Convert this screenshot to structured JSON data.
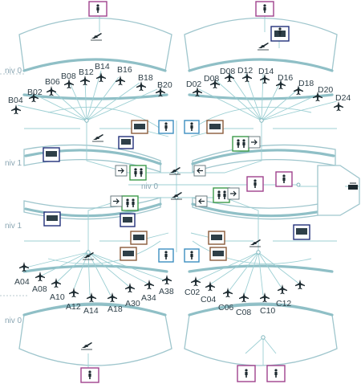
{
  "level_labels": {
    "top_niv0": "niv 0",
    "upper_niv1": "niv 1",
    "center_niv0": "niv 0",
    "lower_niv1": "niv 1",
    "bottom_niv0": "niv 0"
  },
  "gates": {
    "B04": "B04",
    "B02": "B02",
    "B06": "B06",
    "B08": "B08",
    "B12": "B12",
    "B14": "B14",
    "B16": "B16",
    "B18": "B18",
    "B20": "B20",
    "D02": "D02",
    "D08a": "D08",
    "D08b": "D08",
    "D12": "D12",
    "D14": "D14",
    "D16": "D16",
    "D18": "D18",
    "D20": "D20",
    "D24": "D24",
    "A04": "A04",
    "A08": "A08",
    "A10": "A10",
    "A12": "A12",
    "A14": "A14",
    "A18": "A18",
    "A30": "A30",
    "A34": "A34",
    "A38": "A38",
    "C02": "C02",
    "C04": "C04",
    "C06": "C06",
    "C08": "C08",
    "C10": "C10",
    "C12": "C12"
  },
  "colors": {
    "hall_stroke": "#9fc6cd",
    "connector": "#9ccfd3",
    "purple_box": "#a0428d",
    "navy_box": "#22307a",
    "brown_box": "#8a5a3a",
    "green_box": "#3d9b4a",
    "blue_box": "#3d8fc0",
    "level_text": "#8aa6b3",
    "gate_text": "#2e3f48"
  },
  "icons": {
    "plane": "airplane-icon",
    "departing_plane": "plane-takeoff-icon",
    "passenger_gate": "passenger-gate-icon",
    "counter": "check-in-counter-icon",
    "security": "security-check-icon",
    "arrow_left": "arrow-left-icon",
    "arrow_right": "arrow-right-icon",
    "bus": "shuttle-icon"
  }
}
